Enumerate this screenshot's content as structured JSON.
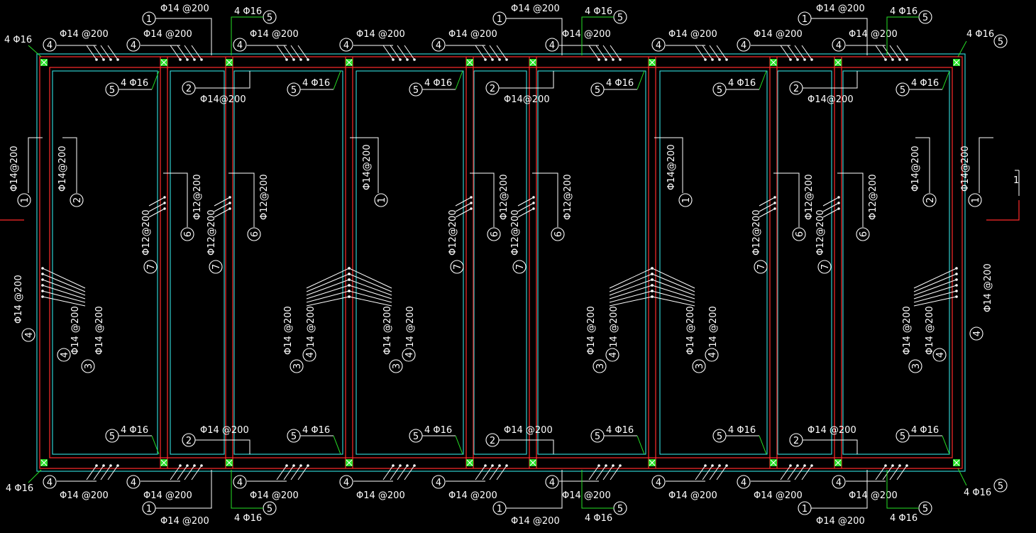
{
  "colors": {
    "background": "#000000",
    "outline": "#ff2a2a",
    "inner": "#32e0e0",
    "leader": "#ffffff",
    "leader_alt": "#26e026",
    "corner": "#26e026"
  },
  "labels": {
    "s14": "Φ14 @200",
    "s14b": "Φ14@200",
    "s12": "Φ12@200",
    "b16": "4 Φ16"
  },
  "callouts": [
    "1",
    "2",
    "3",
    "4",
    "5",
    "6",
    "7"
  ],
  "section_marker": "1"
}
